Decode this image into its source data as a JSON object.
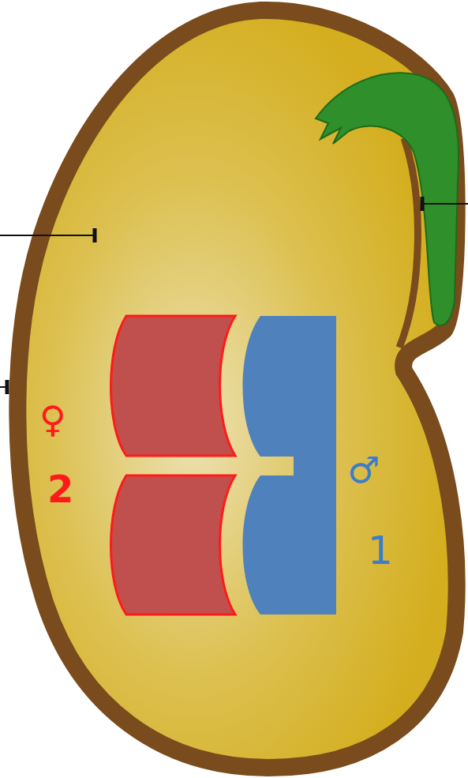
{
  "diagram": {
    "labels": [
      "♀",
      "2",
      "♂",
      "1"
    ]
  }
}
